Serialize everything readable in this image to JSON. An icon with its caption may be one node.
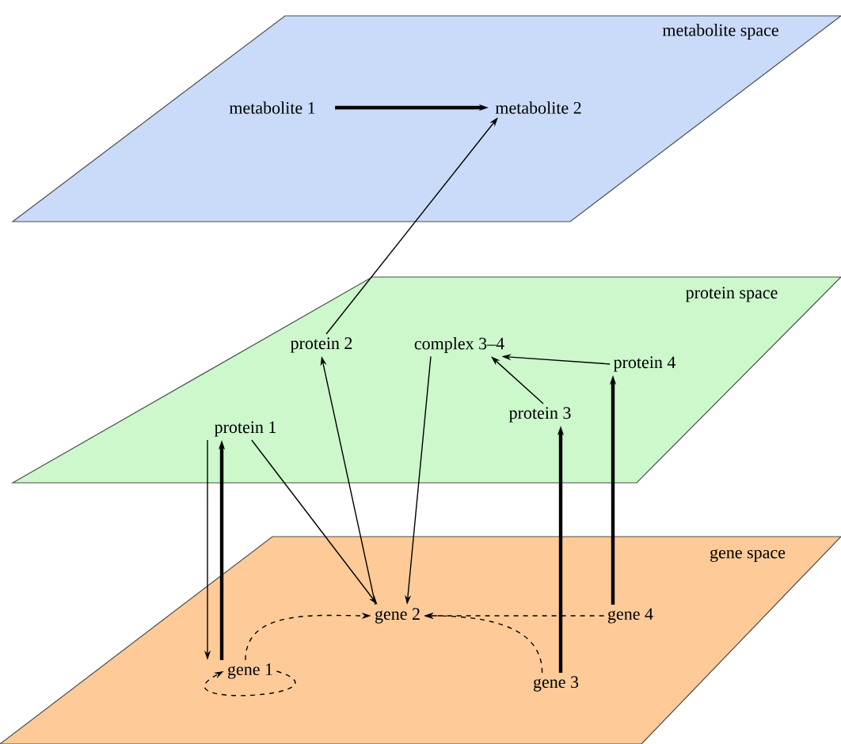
{
  "diagram": {
    "nodes": [
      {
        "text": [
          "metabolite space"
        ]
      },
      {
        "text": [
          "metabolite 1"
        ],
        "in": 0
      },
      {
        "text": [
          "metabolite 2"
        ],
        "in": 0
      },
      {
        "text": [
          "protein space"
        ]
      },
      {
        "text": [
          "protein 1"
        ],
        "in": 3
      },
      {
        "text": [
          "protein 2"
        ],
        "in": 3
      },
      {
        "text": [
          "complex 3–4"
        ],
        "in": 3
      },
      {
        "text": [
          "protein 3"
        ],
        "in": 3
      },
      {
        "text": [
          "protein 4"
        ],
        "in": 3
      },
      {
        "text": [
          "gene space"
        ]
      },
      {
        "text": [
          "gene 1"
        ],
        "in": 9
      },
      {
        "text": [
          "gene 2"
        ],
        "in": 9
      },
      {
        "text": [
          "gene 3"
        ],
        "in": 9
      },
      {
        "text": [
          "gene 4"
        ],
        "in": 9
      }
    ],
    "edges": [
      {
        "from": 1,
        "to": 2,
        "arrow": "to",
        "style": "thick"
      },
      {
        "from": 5,
        "to": 2,
        "arrow": "to"
      },
      {
        "from": 4,
        "to": 10,
        "arrow": "to"
      },
      {
        "from": 10,
        "to": 4,
        "arrow": "to",
        "style": "thick"
      },
      {
        "from": 4,
        "to": 11,
        "arrow": "to"
      },
      {
        "from": 11,
        "to": 5,
        "arrow": "to"
      },
      {
        "from": 6,
        "to": 11,
        "arrow": "to"
      },
      {
        "from": 7,
        "to": 6,
        "arrow": "to"
      },
      {
        "from": 8,
        "to": 6,
        "arrow": "to"
      },
      {
        "from": 12,
        "to": 7,
        "arrow": "to",
        "style": "thick"
      },
      {
        "from": 13,
        "to": 8,
        "arrow": "to",
        "style": "thick"
      },
      {
        "from": 10,
        "to": 11,
        "arrow": "to",
        "style": "dashed"
      },
      {
        "from": 10,
        "to": 10,
        "arrow": "to",
        "style": "dashed"
      },
      {
        "from": 13,
        "to": 11,
        "arrow": "to",
        "style": "dashed"
      },
      {
        "from": 12,
        "to": 11,
        "arrow": "to",
        "style": "dashed"
      }
    ]
  }
}
